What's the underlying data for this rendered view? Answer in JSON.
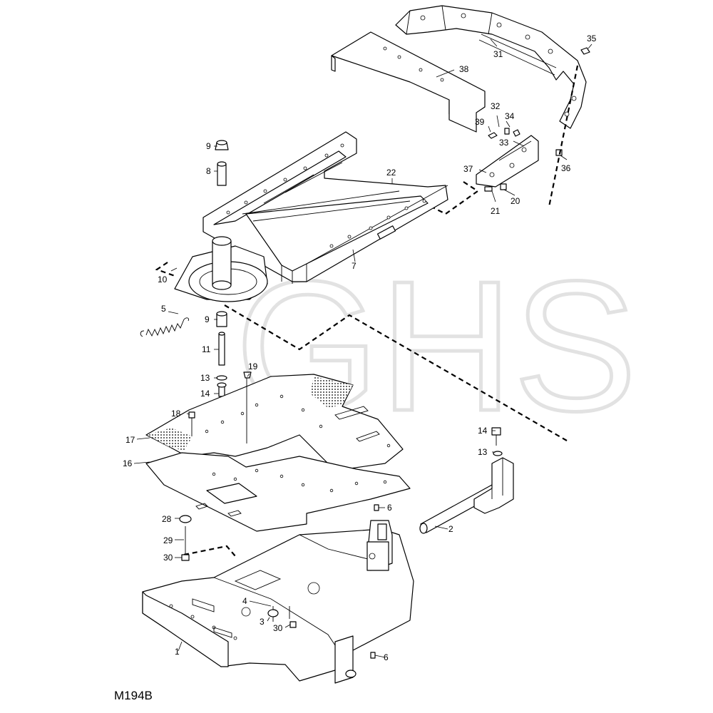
{
  "watermark": "GHS",
  "figure_code": "M194B",
  "callouts": [
    {
      "id": "c1",
      "label": "1"
    },
    {
      "id": "c2",
      "label": "2"
    },
    {
      "id": "c3",
      "label": "3"
    },
    {
      "id": "c4",
      "label": "4"
    },
    {
      "id": "c5",
      "label": "5"
    },
    {
      "id": "c6a",
      "label": "6"
    },
    {
      "id": "c6b",
      "label": "6"
    },
    {
      "id": "c7",
      "label": "7"
    },
    {
      "id": "c8",
      "label": "8"
    },
    {
      "id": "c9a",
      "label": "9"
    },
    {
      "id": "c9b",
      "label": "9"
    },
    {
      "id": "c10",
      "label": "10"
    },
    {
      "id": "c11",
      "label": "11"
    },
    {
      "id": "c13a",
      "label": "13"
    },
    {
      "id": "c13b",
      "label": "13"
    },
    {
      "id": "c14a",
      "label": "14"
    },
    {
      "id": "c14b",
      "label": "14"
    },
    {
      "id": "c16",
      "label": "16"
    },
    {
      "id": "c17",
      "label": "17"
    },
    {
      "id": "c18",
      "label": "18"
    },
    {
      "id": "c19",
      "label": "19"
    },
    {
      "id": "c20",
      "label": "20"
    },
    {
      "id": "c21",
      "label": "21"
    },
    {
      "id": "c22",
      "label": "22"
    },
    {
      "id": "c28",
      "label": "28"
    },
    {
      "id": "c29",
      "label": "29"
    },
    {
      "id": "c30a",
      "label": "30"
    },
    {
      "id": "c30b",
      "label": "30"
    },
    {
      "id": "c31",
      "label": "31"
    },
    {
      "id": "c32",
      "label": "32"
    },
    {
      "id": "c33",
      "label": "33"
    },
    {
      "id": "c34",
      "label": "34"
    },
    {
      "id": "c35",
      "label": "35"
    },
    {
      "id": "c36",
      "label": "36"
    },
    {
      "id": "c37",
      "label": "37"
    },
    {
      "id": "c38",
      "label": "38"
    },
    {
      "id": "c39",
      "label": "39"
    }
  ]
}
